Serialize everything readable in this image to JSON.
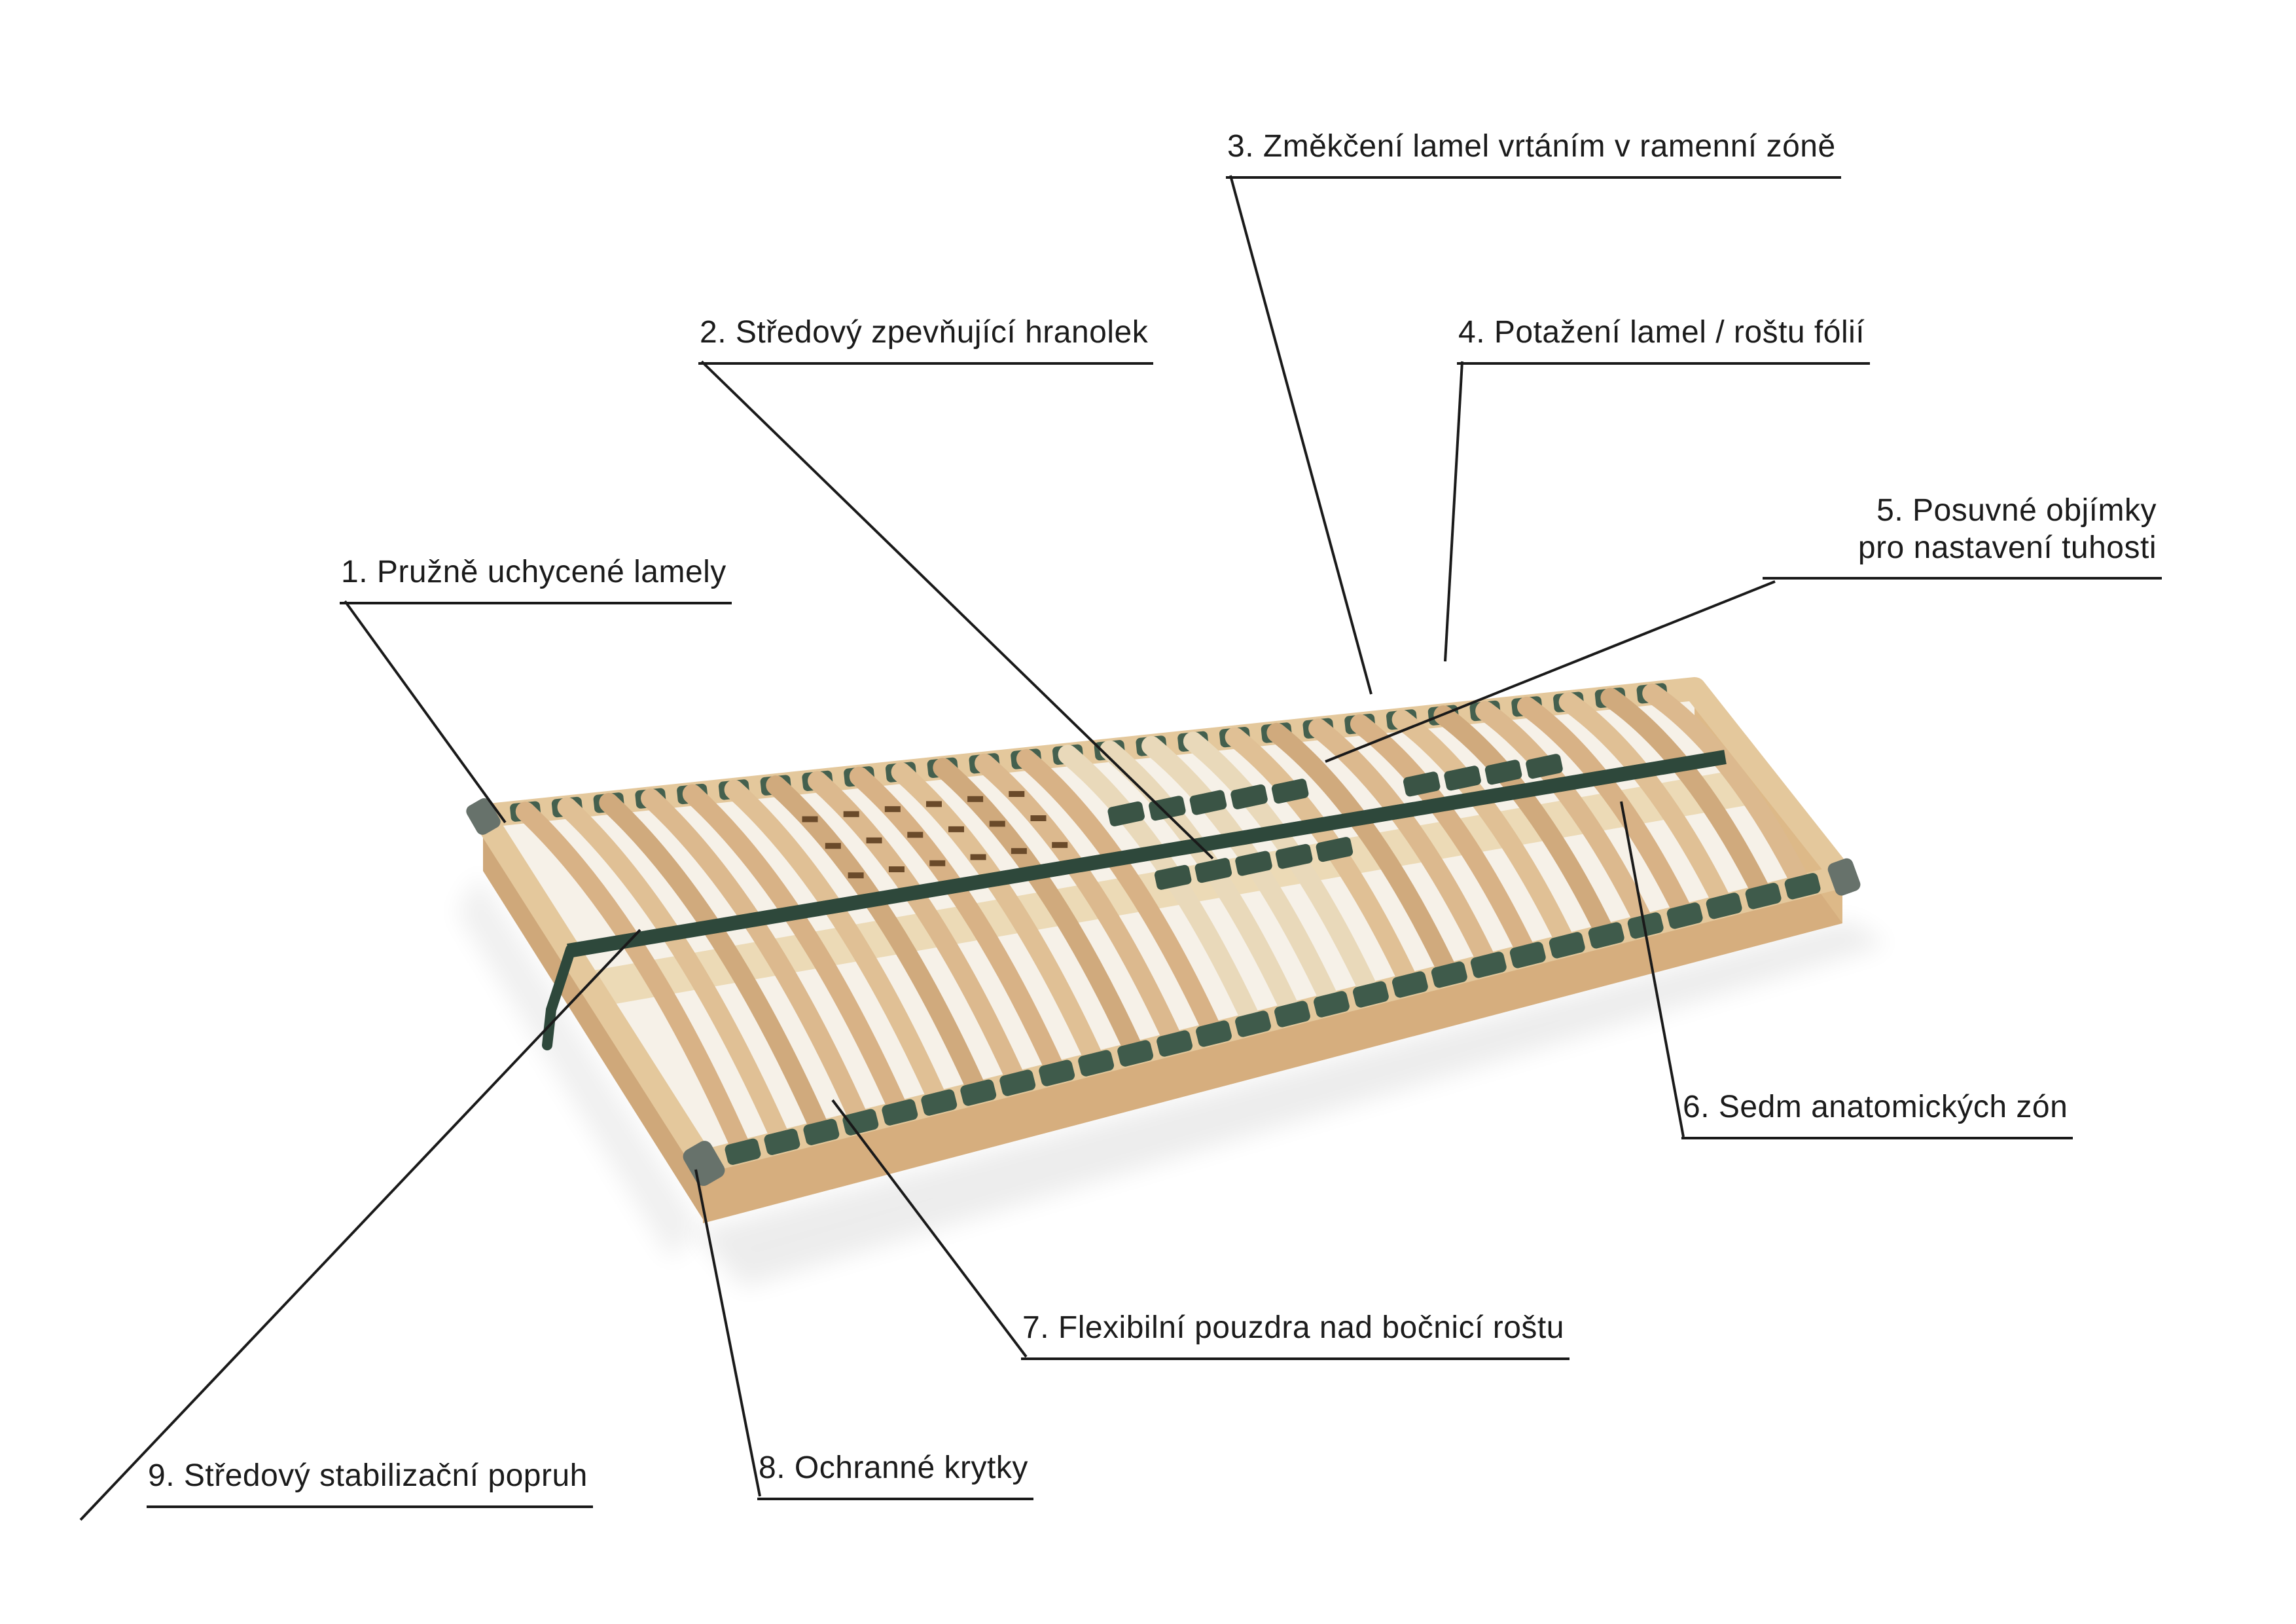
{
  "page": {
    "background": "#ffffff",
    "description": "Annotated product diagram of a slatted bed base with nine numbered callouts"
  },
  "diagram": {
    "labels": {
      "l1": "1. Pružně uchycené lamely",
      "l2": "2. Středový zpevňující hranolek",
      "l3": "3. Změkčení lamel vrtáním v ramenní zóně",
      "l4": "4. Potažení lamel / roštu fólií",
      "l5_line1": "5. Posuvné objímky",
      "l5_line2": "pro nastavení tuhosti",
      "l6": "6. Sedm anatomických zón",
      "l7": "7. Flexibilní pouzdra nad bočnicí roštu",
      "l8": "8. Ochranné krytky",
      "l9": "9. Středový stabilizační popruh"
    },
    "colors": {
      "line": "#1a1a1a",
      "deck": "#f6f1e8",
      "frame_wood": "#e4c89c",
      "frame_left_face": "#cfa87a",
      "frame_front_face": "#d6ae7e",
      "frame_right_face": "#ddb988",
      "slat_wood_light": "#e9d9ba",
      "center_bar": "#ecdab6",
      "holder_green": "#44604e",
      "holder_front_green": "#3f5b4b",
      "slider_green": "#3a5445",
      "strap_green": "#2e483b",
      "drill_slot": "#6a4a2a",
      "cap_grey": "#67726b"
    }
  }
}
